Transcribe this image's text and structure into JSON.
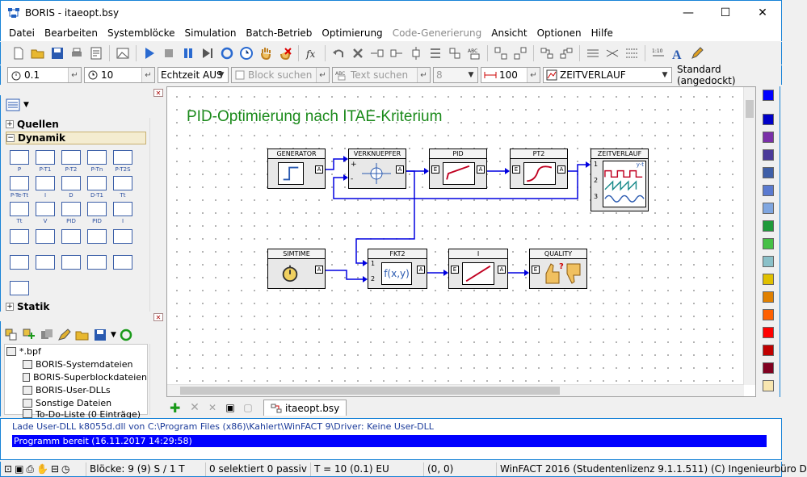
{
  "window": {
    "title": "BORIS - itaeopt.bsy",
    "minimize": "—",
    "maximize": "☐",
    "close": "✕"
  },
  "menu": [
    "Datei",
    "Bearbeiten",
    "Systemblöcke",
    "Simulation",
    "Batch-Betrieb",
    "Optimierung",
    "Code-Generierung",
    "Ansicht",
    "Optionen",
    "Hilfe"
  ],
  "menu_disabled": [
    "Code-Generierung"
  ],
  "toolbar2": {
    "step": "0.1",
    "time": "10",
    "realtime": "Echtzeit AUS",
    "block_search_placeholder": "Block suchen",
    "text_search_placeholder": "Text suchen",
    "font_size": "8",
    "width": "100",
    "view": "ZEITVERLAUF",
    "dock": "Standard (angedockt)"
  },
  "left_panel": {
    "categories": [
      {
        "label": "Quellen",
        "expanded": false
      },
      {
        "label": "Dynamik",
        "expanded": true
      },
      {
        "label": "Statik",
        "expanded": false
      }
    ],
    "blocks": [
      "P",
      "P-T1",
      "P-T2",
      "P-Tn",
      "P-T2S",
      "P-Te-Tt",
      "I",
      "D",
      "D-T1",
      "Tt",
      "Tt",
      "V",
      "PID",
      "PID",
      "I"
    ]
  },
  "file_tree": {
    "root": "*.bpf",
    "items": [
      "BORIS-Systemdateien",
      "BORIS-Superblockdateien",
      "BORIS-User-DLLs",
      "Sonstige Dateien",
      "To-Do-Liste (0 Einträge)"
    ]
  },
  "canvas": {
    "title": "PID-Optimierung nach ITAE-Kriterium",
    "blocks": {
      "generator": "GENERATOR",
      "verknuepfer": "VERKNUEPFER",
      "pid": "PID",
      "pt2": "PT2",
      "zeitverlauf": "ZEITVERLAUF",
      "simtime": "SIMTIME",
      "fkt2": "FKT2",
      "integrator": "I",
      "quality": "QUALITY"
    },
    "fkt2_expr": "f(x,y)",
    "zeitverlauf_label": "y-t",
    "port_a": "A",
    "port_e": "E",
    "plus": "+",
    "minus": "-",
    "in1": "1",
    "in2": "2",
    "in3": "3"
  },
  "tab": {
    "label": "itaeopt.bsy"
  },
  "palette_colors": [
    "#0000ff",
    "#0000c8",
    "#7a2fa8",
    "#4b3a9a",
    "#3f5fa8",
    "#5a7ad0",
    "#7fa6e0",
    "#1f9a3a",
    "#46c046",
    "#8ac0c8",
    "#e0c000",
    "#e08000",
    "#ff6000",
    "#ff0000",
    "#c00000",
    "#800020",
    "#f8e6b0"
  ],
  "messages": [
    "Lade User-DLL k8055d.dll von C:\\Program Files (x86)\\Kahlert\\WinFACT 9\\Driver: Keine User-DLL",
    "Programm bereit   (16.11.2017 14:29:58)"
  ],
  "status": {
    "blocks": "Blöcke: 9 (9) S / 1 T",
    "selected": "0 selektiert  0 passiv",
    "time": "T = 10  (0.1)  EU",
    "coords": "(0, 0)",
    "license": "WinFACT 2016 (Studentenlizenz 9.1.1.511)  (C) Ingenieurbüro D"
  }
}
